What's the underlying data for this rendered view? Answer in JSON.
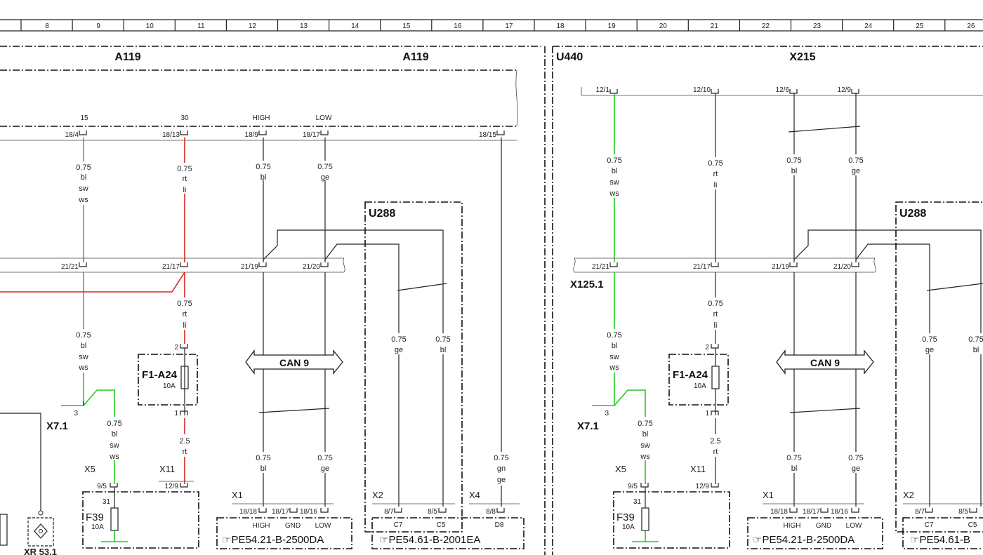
{
  "ruler": [
    "8",
    "9",
    "10",
    "11",
    "12",
    "13",
    "14",
    "15",
    "16",
    "17",
    "18",
    "19",
    "20",
    "21",
    "22",
    "23",
    "24",
    "25",
    "26"
  ],
  "left": {
    "titles": {
      "a": "A119",
      "b": "A119"
    },
    "signals": {
      "s15": "15",
      "s30": "30",
      "high": "HIGH",
      "low": "LOW"
    },
    "pins_top": {
      "p1": "18/4",
      "p2": "18/13",
      "p3": "18/9",
      "p4": "18/17",
      "p5": "18/15"
    },
    "pins_mid": {
      "p1": "21/21",
      "p2": "21/17",
      "p3": "21/19",
      "p4": "21/20"
    },
    "u288": "U288",
    "can": "CAN 9",
    "fuse_a": {
      "name": "F1-A24",
      "rating": "10A",
      "pin_top": "2",
      "pin_bot": "1"
    },
    "fuse_b": {
      "name": "F39",
      "rating": "10A",
      "pin": "31"
    },
    "x71": {
      "name": "X7.1",
      "pin": "3"
    },
    "x5": {
      "name": "X5",
      "pin": "9/5"
    },
    "x11": {
      "name": "X11",
      "pin": "12/9"
    },
    "x1": {
      "name": "X1",
      "p1": "18/18",
      "p2": "18/17",
      "p3": "18/16",
      "high": "HIGH",
      "gnd": "GND",
      "low": "LOW",
      "ref": "PE54.21-B-2500DA"
    },
    "x2": {
      "name": "X2",
      "p1": "8/7",
      "p2": "8/5",
      "c7": "C7",
      "c5": "C5",
      "ref": "PE54.61-B-2001EA"
    },
    "x4": {
      "name": "X4",
      "p1": "8/8",
      "d8": "D8"
    },
    "gauge": {
      "size": "0.75",
      "size25": "2.5",
      "bl": "bl",
      "sw": "sw",
      "ws": "ws",
      "rt": "rt",
      "li": "li",
      "ge": "ge",
      "gn": "gn"
    },
    "bottom_label": "XR 53.1"
  },
  "right": {
    "titles": {
      "a": "U440",
      "b": "X215"
    },
    "pins_top": {
      "p1": "12/1",
      "p2": "12/10",
      "p3": "12/6",
      "p4": "12/9"
    },
    "pins_mid": {
      "p1": "21/21",
      "p2": "21/17",
      "p3": "21/19",
      "p4": "21/20"
    },
    "x1251": "X125.1",
    "u288": "U288",
    "can": "CAN 9",
    "fuse_a": {
      "name": "F1-A24",
      "rating": "10A",
      "pin_top": "2",
      "pin_bot": "1"
    },
    "fuse_b": {
      "name": "F39",
      "rating": "10A",
      "pin": "31"
    },
    "x71": {
      "name": "X7.1",
      "pin": "3"
    },
    "x5": {
      "name": "X5",
      "pin": "9/5"
    },
    "x11": {
      "name": "X11",
      "pin": "12/9"
    },
    "x1": {
      "name": "X1",
      "p1": "18/18",
      "p2": "18/17",
      "p3": "18/16",
      "high": "HIGH",
      "gnd": "GND",
      "low": "LOW",
      "ref": "PE54.21-B-2500DA"
    },
    "x2": {
      "name": "X2",
      "p1": "8/7",
      "p2": "8/5",
      "c7": "C7",
      "c5": "C5",
      "ref": "PE54.61-B"
    }
  },
  "colors": {
    "wire_green": "#22cc22",
    "wire_red": "#dd2222",
    "wire_black": "#222222"
  }
}
